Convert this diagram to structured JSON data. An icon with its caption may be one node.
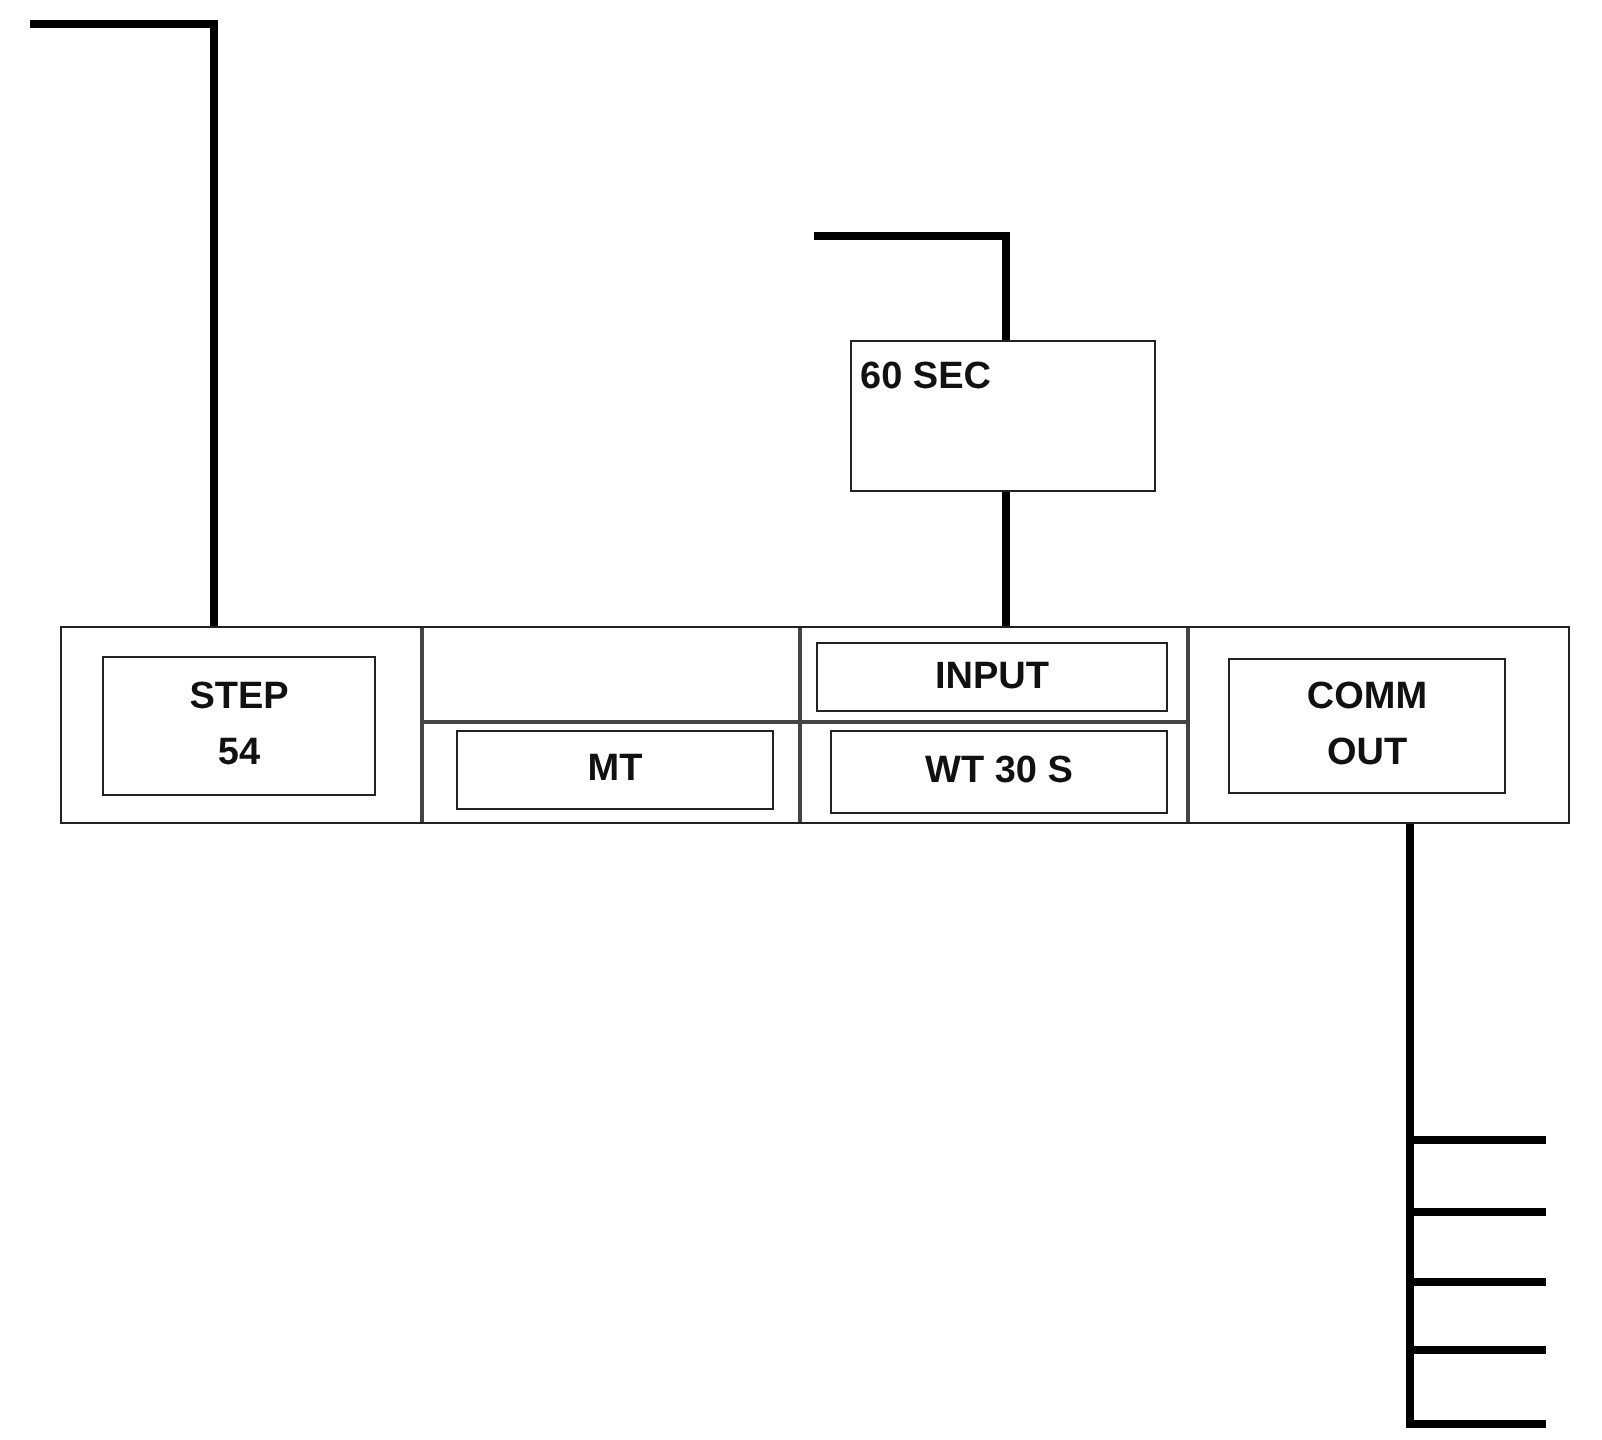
{
  "diagram": {
    "nodes": [
      {
        "text": [
          "60 SEC"
        ]
      },
      {
        "text": [],
        "shape": "box"
      },
      {
        "text": [
          "STEP 54"
        ],
        "in": 1
      },
      {
        "text": [
          "MT"
        ],
        "in": 1
      },
      {
        "text": [
          "INPUT"
        ],
        "in": 1
      },
      {
        "text": [
          "WT 30 S"
        ],
        "in": 1
      },
      {
        "text": [
          "COMM OUT"
        ],
        "in": 1
      }
    ],
    "edges": [
      {
        "from": null,
        "to": 1,
        "arrow": "none"
      },
      {
        "from": null,
        "to": 0,
        "arrow": "none"
      },
      {
        "from": 0,
        "to": 4,
        "arrow": "none"
      },
      {
        "from": 1,
        "to": null,
        "arrow": "none"
      },
      {
        "from": 1,
        "to": null,
        "arrow": "none"
      },
      {
        "from": 1,
        "to": null,
        "arrow": "none"
      },
      {
        "from": 1,
        "to": null,
        "arrow": "none"
      },
      {
        "from": 1,
        "to": null,
        "arrow": "none"
      }
    ]
  }
}
